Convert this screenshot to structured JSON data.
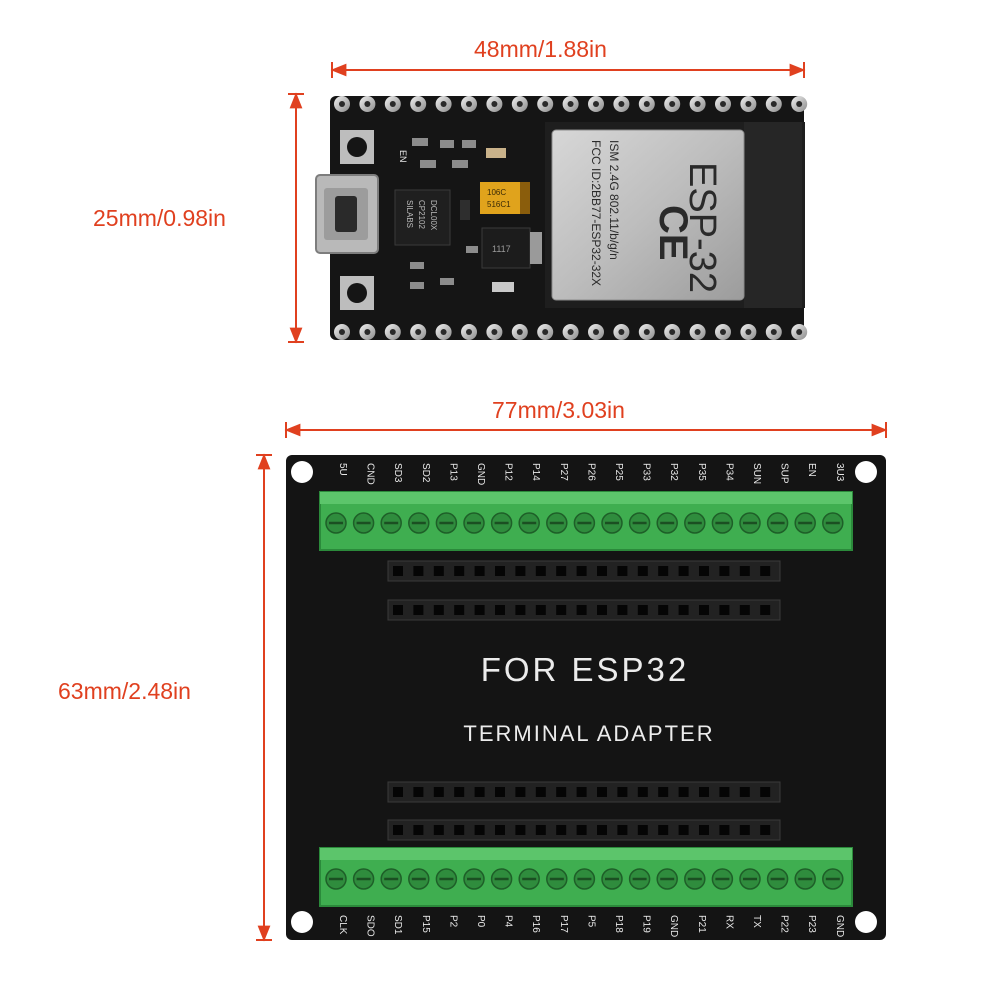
{
  "dimensions": {
    "devkit_width": "48mm/1.88in",
    "devkit_height": "25mm/0.98in",
    "adapter_width": "77mm/3.03in",
    "adapter_height": "63mm/2.48in"
  },
  "devkit": {
    "module_title": "ESP-32",
    "module_line1": "ISM 2.4G 802.11/b/g/n",
    "module_line2": "FCC ID:2BB77-ESP32-32X",
    "button_label": "EN",
    "chip_line1": "SILABS",
    "chip_line2": "CP2102",
    "chip_line3": "DCL00X",
    "cap_line1": "106C",
    "cap_line2": "516C1",
    "regulator_label": "1117",
    "pin_count_per_side": 19
  },
  "adapter": {
    "title": "FOR ESP32",
    "subtitle": "TERMINAL ADAPTER",
    "top_pins": [
      "5U",
      "CND",
      "SD3",
      "SD2",
      "P13",
      "GND",
      "P12",
      "P14",
      "P27",
      "P26",
      "P25",
      "P33",
      "P32",
      "P35",
      "P34",
      "SUN",
      "SUP",
      "EN",
      "3U3"
    ],
    "bottom_pins": [
      "CLK",
      "SDO",
      "SD1",
      "P15",
      "P2",
      "P0",
      "P4",
      "P16",
      "P17",
      "P5",
      "P18",
      "P19",
      "GND",
      "P21",
      "RX",
      "TX",
      "P22",
      "P23",
      "GND"
    ]
  },
  "colors": {
    "dimension": "#e0401f",
    "pcb": "#141414",
    "terminal": "#3fae50",
    "silkscreen": "#e8e8e8"
  }
}
